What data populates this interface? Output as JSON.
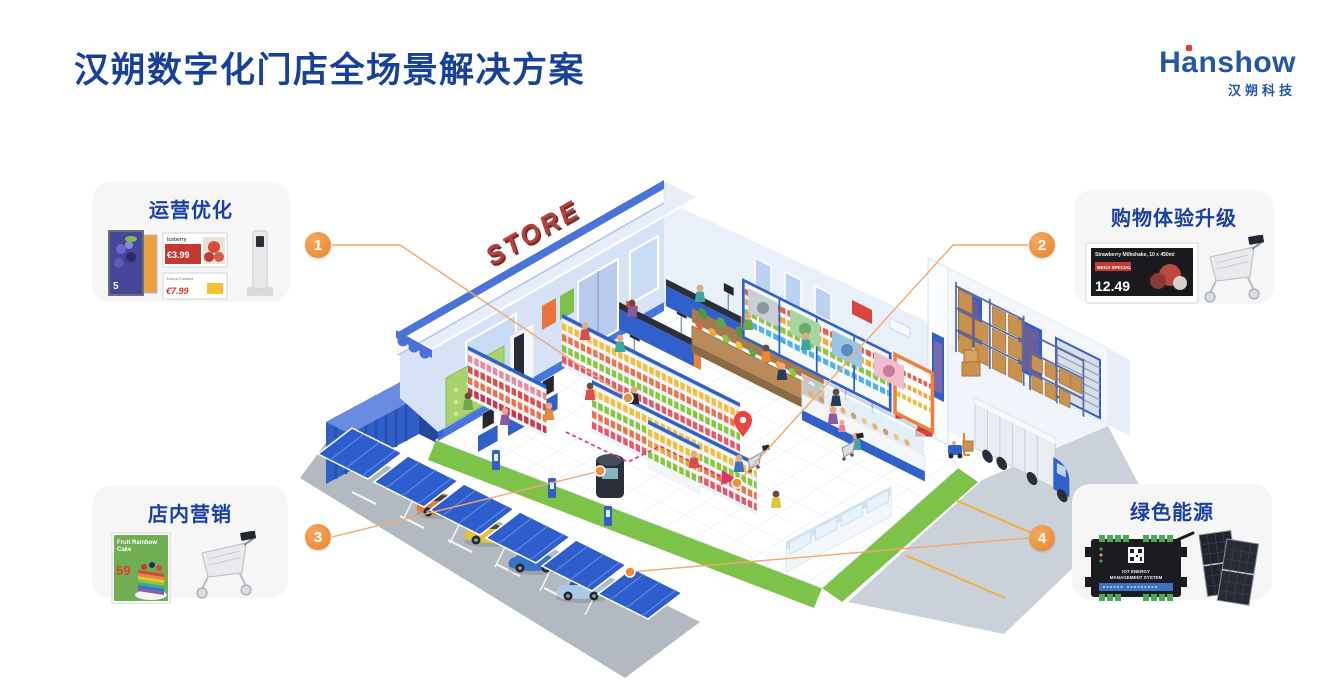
{
  "slide": {
    "title": "汉朔数字化门店全场景解决方案"
  },
  "logo": {
    "brand": "Hanshow",
    "subtitle": "汉朔科技"
  },
  "markers": [
    {
      "number": "1"
    },
    {
      "number": "2"
    },
    {
      "number": "3"
    },
    {
      "number": "4"
    }
  ],
  "cards": [
    {
      "label": "运营优化",
      "poster_price": "5",
      "esl1_name": "Iceberry",
      "esl1_price": "€3.99",
      "esl2_name": "Donut Cookies",
      "esl2_price": "€7.99"
    },
    {
      "label": "购物体验升级",
      "esl_title": "Strawberry Milkshake, 10 x 450ml",
      "esl_badge": "MEGA SPECIAL",
      "esl_price": "12.49"
    },
    {
      "label": "店内营销",
      "poster_title_1": "Fruit Rainbow",
      "poster_title_2": "Cake",
      "poster_price": "59"
    },
    {
      "label": "绿色能源",
      "device_line1": "IOT ENERGY",
      "device_line2": "MANAGEMENT SYSTEM"
    }
  ],
  "illustration": {
    "store_sign": "STORE"
  },
  "colors": {
    "accent_orange": "#EE8E3C",
    "brand_blue": "#17409B",
    "store_blue": "#3567D6"
  }
}
